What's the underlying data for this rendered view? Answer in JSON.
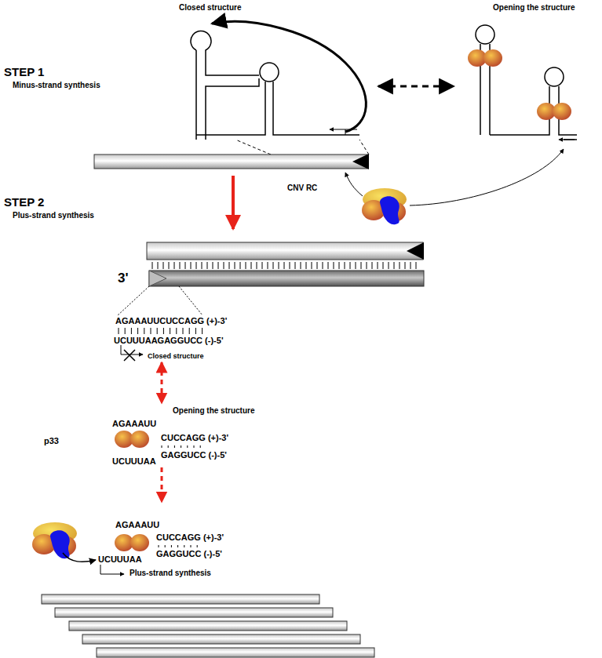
{
  "diagram": {
    "labels": [
      "Closed structure",
      "Opening the structure",
      "STEP 1",
      "Minus-strand synthesis",
      "CNV RC",
      "STEP 2",
      "Plus-strand synthesis",
      "3'",
      "AGAAAUUCUCCAGG (+)-3'",
      "UCUUUAAGAGGUCC (-)-5'",
      "Closed structure",
      "Opening the structure",
      "p33",
      "AGAAAUU",
      "CUCCAGG (+)-3'",
      "UCUUUAA",
      "GAGGUCC (-)-5'",
      "AGAAAUU",
      "CUCCAGG (+)-3'",
      "UCUUUAA",
      "GAGGUCC (-)-5'",
      "Plus-strand synthesis"
    ]
  }
}
